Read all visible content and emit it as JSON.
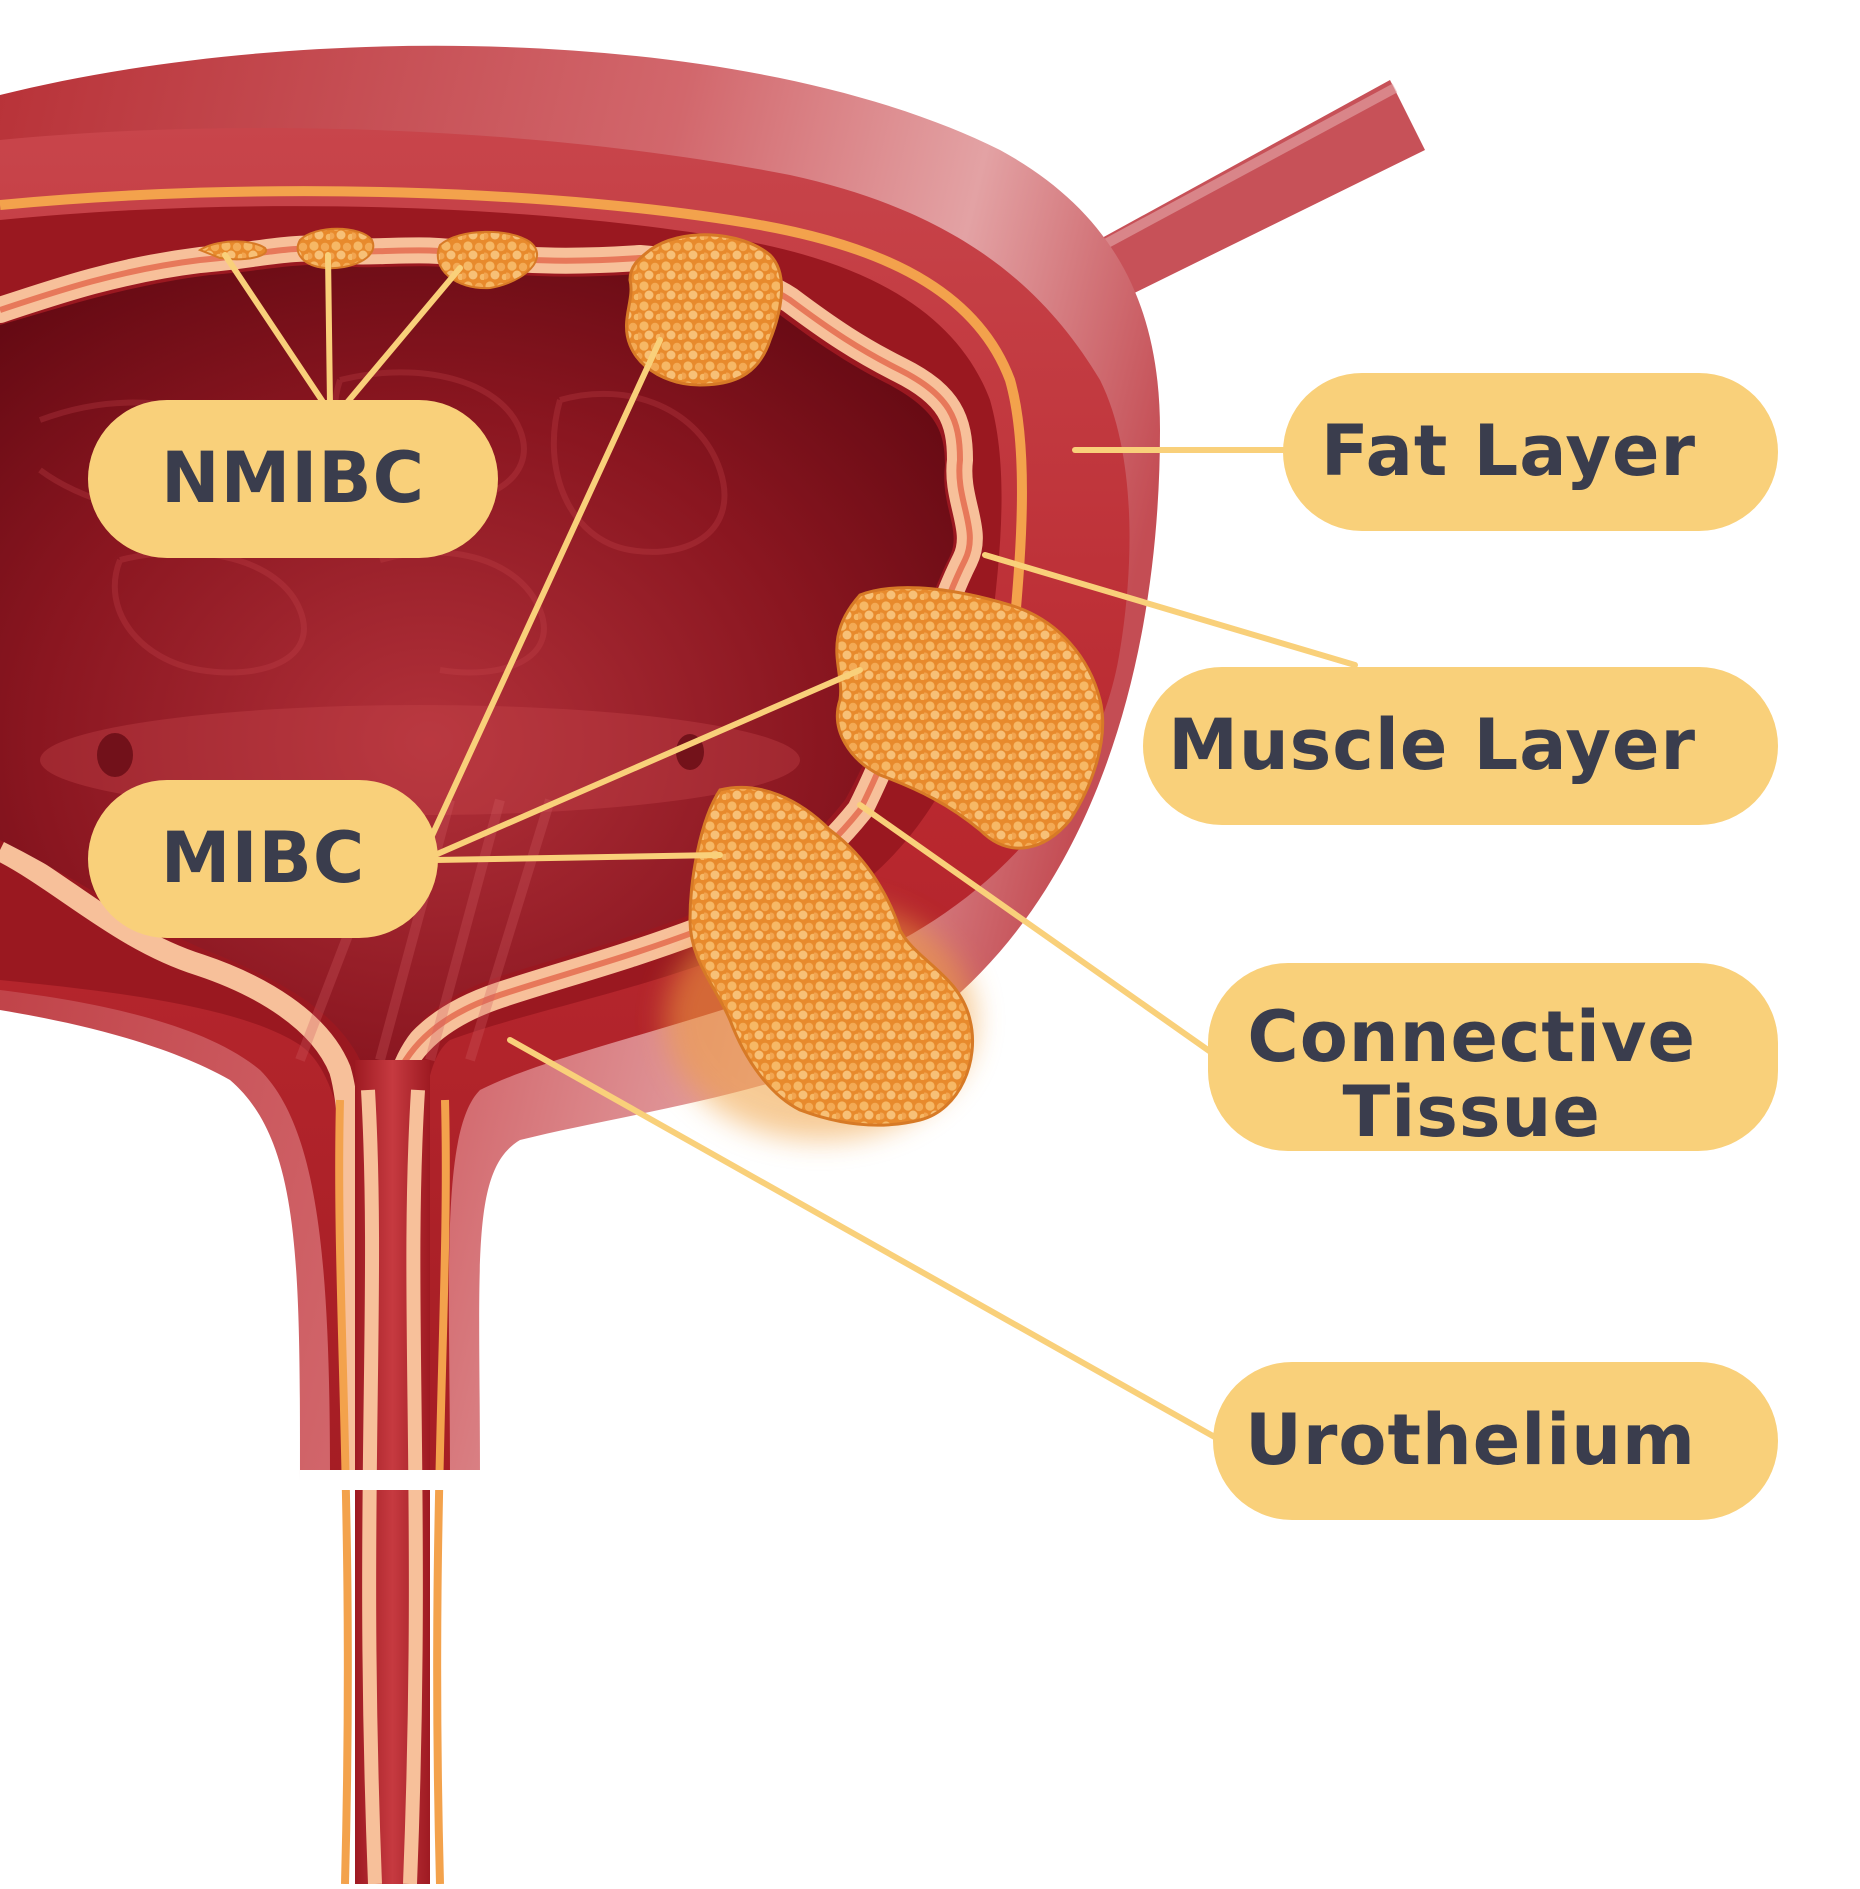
{
  "diagram": {
    "labels": {
      "nmibc": "NMIBC",
      "mibc": "MIBC",
      "fat_layer": "Fat Layer",
      "muscle_layer": "Muscle Layer",
      "connective_tissue_line1": "Connective",
      "connective_tissue_line2": "Tissue",
      "urothelium": "Urothelium"
    },
    "colors": {
      "label_fill": "#f9d07a",
      "label_text": "#3a3d4d",
      "leader_line": "#f9d07a",
      "bladder_outer": "#c23b3f",
      "bladder_cavity": "#7a0f19",
      "muscle_layer": "#9e1a22",
      "urothelium": "#f7c09a",
      "tumor": "#f0a040"
    }
  }
}
